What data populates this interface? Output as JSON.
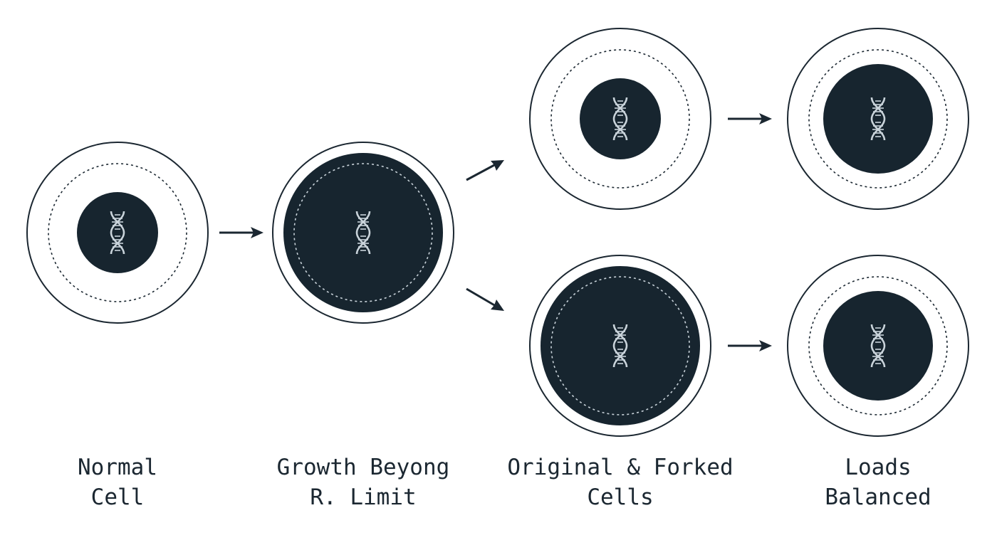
{
  "colors": {
    "cell_dark": "#17252f",
    "outline": "#1b2731",
    "dna": "#c9d3da",
    "background": "#ffffff"
  },
  "stages": [
    {
      "line1": "Normal",
      "line2": "Cell"
    },
    {
      "line1": "Growth Beyong",
      "line2": "R. Limit"
    },
    {
      "line1": "Original & Forked",
      "line2": "Cells"
    },
    {
      "line1": "Loads",
      "line2": "Balanced"
    }
  ],
  "cells": [
    {
      "id": "normal-cell",
      "fill_state": "small-nucleus",
      "icon": "dna-icon"
    },
    {
      "id": "overgrown-cell",
      "fill_state": "full",
      "icon": "dna-icon"
    },
    {
      "id": "original-cell",
      "fill_state": "small-nucleus",
      "icon": "dna-icon"
    },
    {
      "id": "forked-cell",
      "fill_state": "full",
      "icon": "dna-icon"
    },
    {
      "id": "balanced-cell-top",
      "fill_state": "medium-nucleus",
      "icon": "dna-icon"
    },
    {
      "id": "balanced-cell-bottom",
      "fill_state": "medium-nucleus",
      "icon": "dna-icon"
    }
  ]
}
